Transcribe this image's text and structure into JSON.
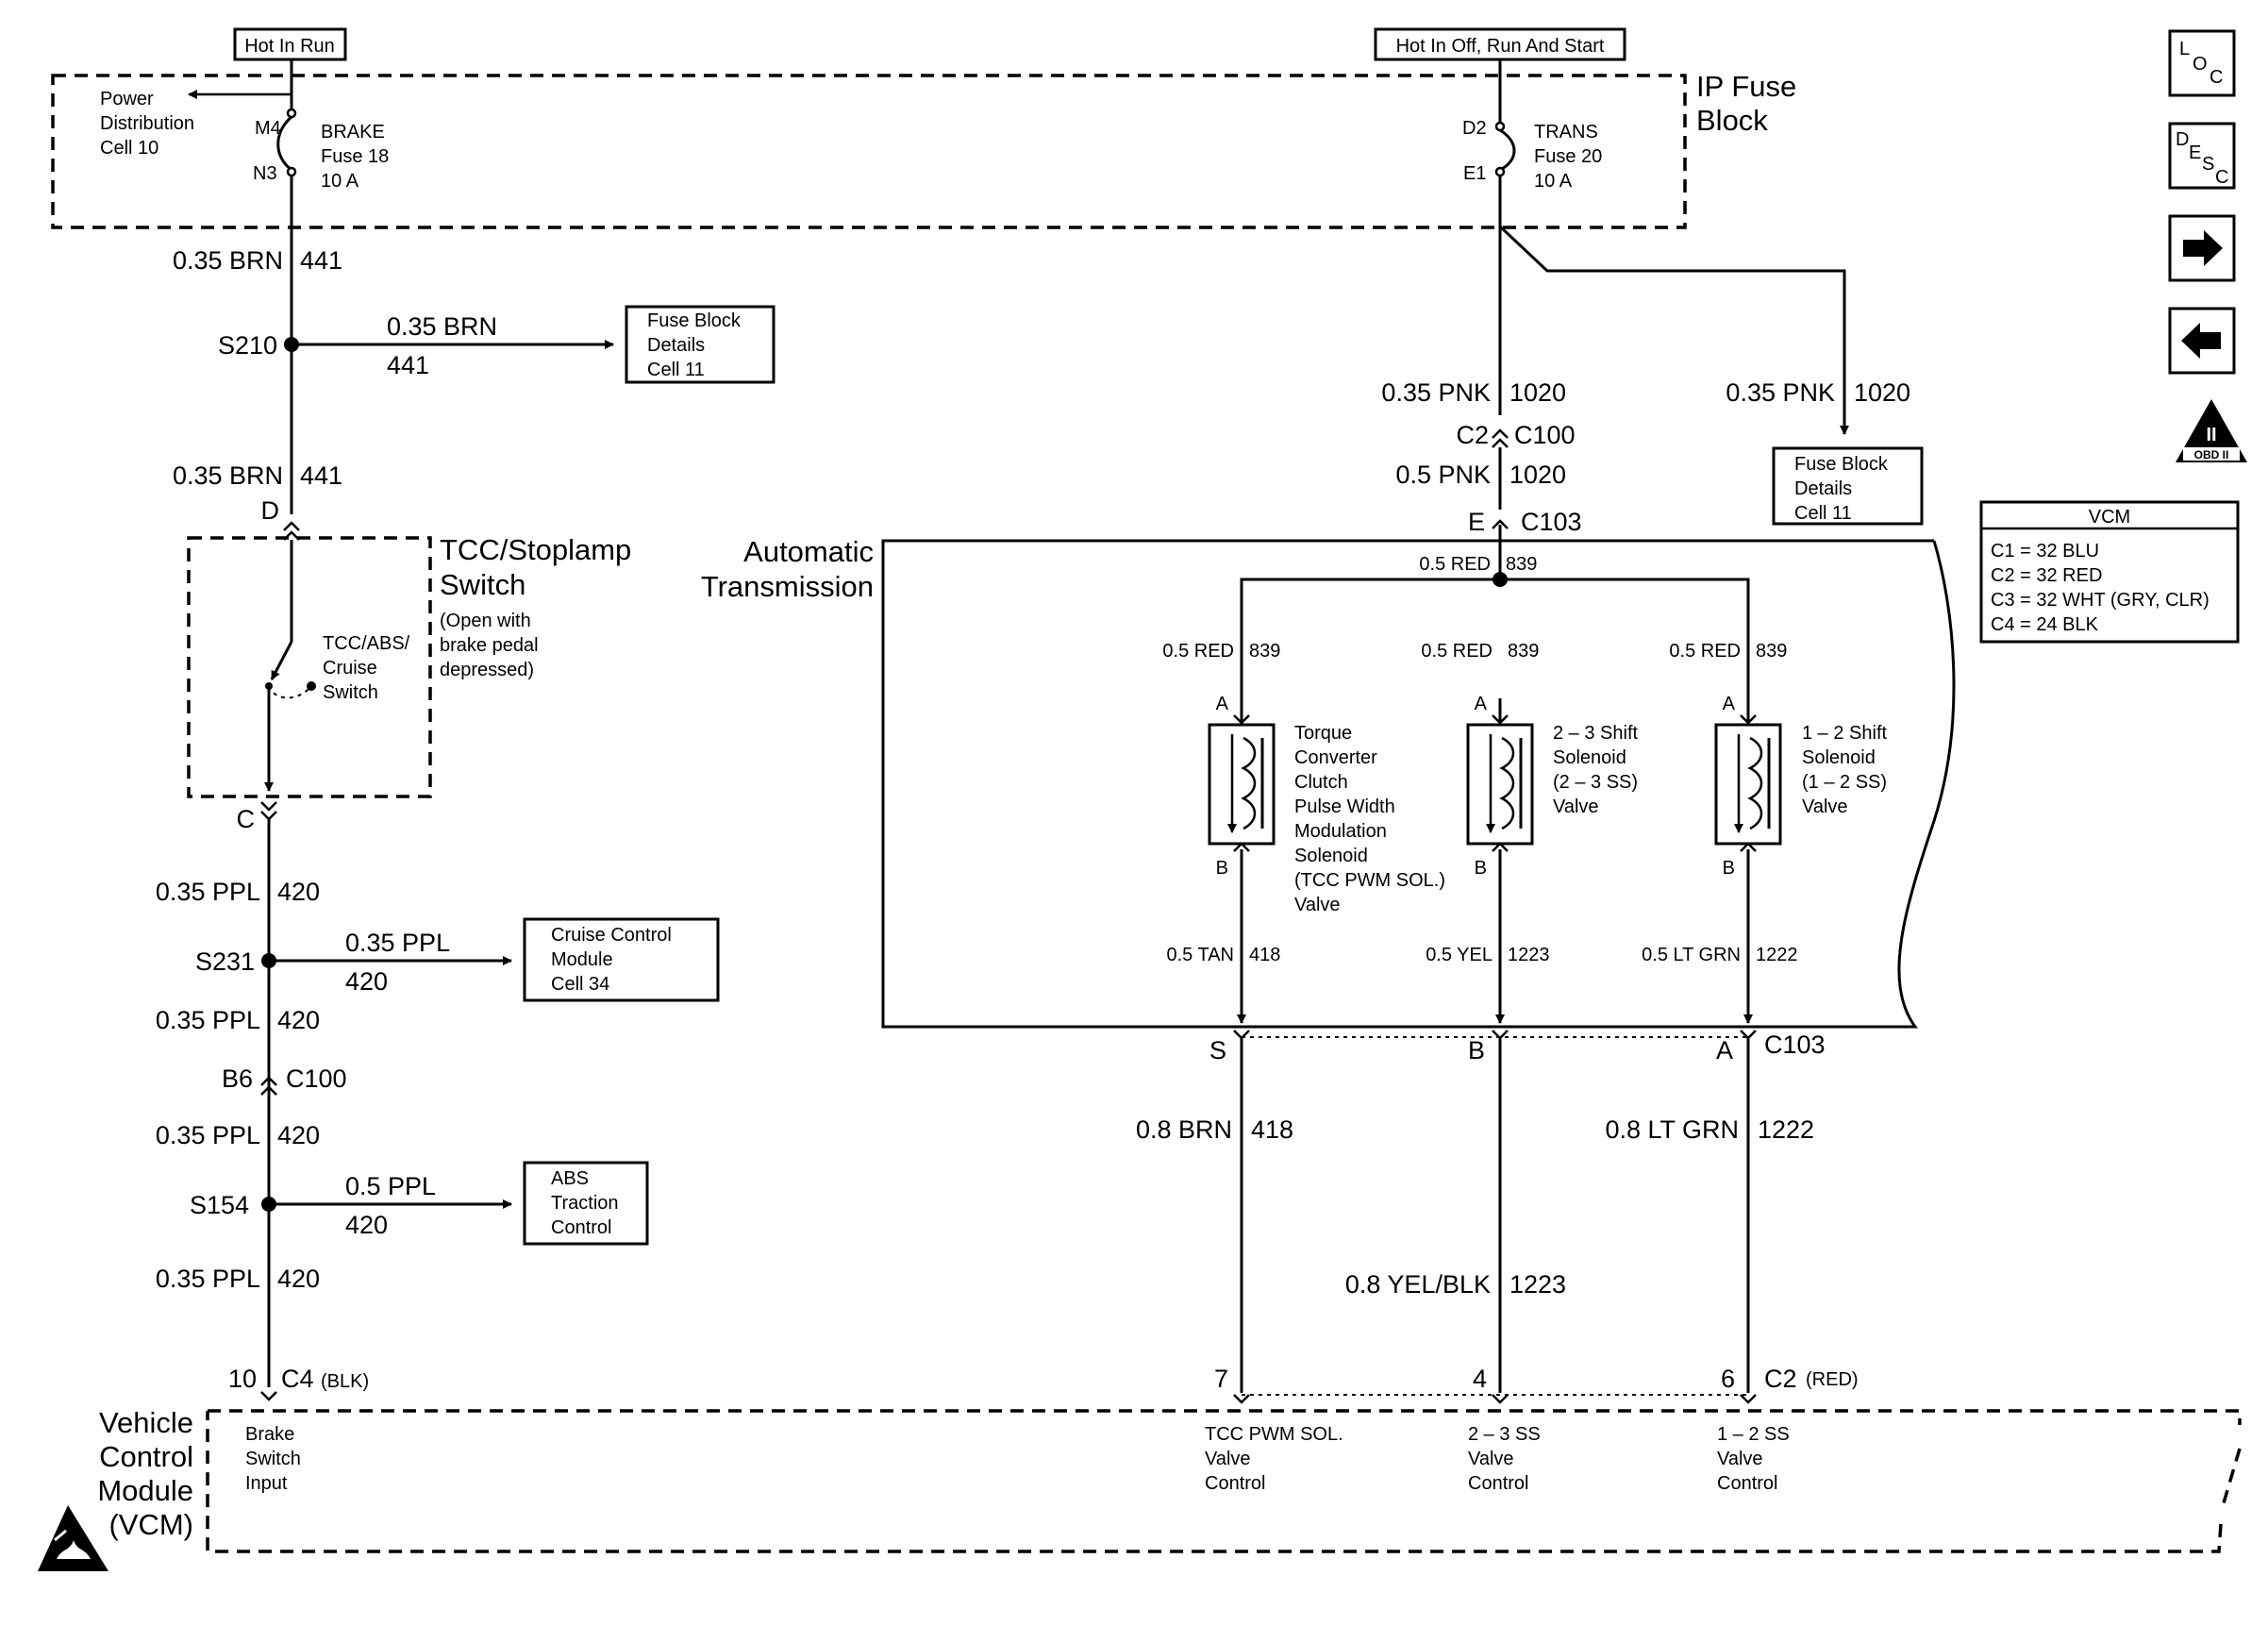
{
  "power": {
    "hot_in_run": "Hot In Run",
    "hot_in_off_run_start": "Hot In Off, Run And Start"
  },
  "fuse_block": {
    "title_line1": "IP Fuse",
    "title_line2": "Block",
    "power_dist_line1": "Power",
    "power_dist_line2": "Distribution",
    "power_dist_line3": "Cell 10",
    "brake_term_in": "M4",
    "brake_term_out": "N3",
    "brake_line1": "BRAKE",
    "brake_line2": "Fuse 18",
    "brake_line3": "10 A",
    "trans_term_in": "D2",
    "trans_term_out": "E1",
    "trans_line1": "TRANS",
    "trans_line2": "Fuse 20",
    "trans_line3": "10 A"
  },
  "left_circuit": {
    "w1_size": "0.35 BRN",
    "w1_circuit": "441",
    "s210": "S210",
    "branch1_size": "0.35 BRN",
    "branch1_circuit": "441",
    "branch1_box_line1": "Fuse Block",
    "branch1_box_line2": "Details",
    "branch1_box_line3": "Cell 11",
    "w2_size": "0.35 BRN",
    "w2_circuit": "441",
    "term_d": "D",
    "switch_title1": "TCC/Stoplamp",
    "switch_title2": "Switch",
    "switch_note1": "(Open with",
    "switch_note2": "brake pedal",
    "switch_note3": "depressed)",
    "switch_inner1": "TCC/ABS/",
    "switch_inner2": "Cruise",
    "switch_inner3": "Switch",
    "term_c": "C",
    "w3_size": "0.35 PPL",
    "w3_circuit": "420",
    "s231": "S231",
    "branch2_size": "0.35 PPL",
    "branch2_circuit": "420",
    "branch2_box_line1": "Cruise Control",
    "branch2_box_line2": "Module",
    "branch2_box_line3": "Cell 34",
    "w4_size": "0.35 PPL",
    "w4_circuit": "420",
    "conn_b6": "B6",
    "conn_c100": "C100",
    "w5_size": "0.35 PPL",
    "w5_circuit": "420",
    "s154": "S154",
    "branch3_size": "0.5 PPL",
    "branch3_circuit": "420",
    "branch3_box_line1": "ABS",
    "branch3_box_line2": "Traction",
    "branch3_box_line3": "Control",
    "w6_size": "0.35 PPL",
    "w6_circuit": "420",
    "pin_10": "10",
    "conn_c4": "C4",
    "conn_c4_color": "(BLK)"
  },
  "right_circuit": {
    "main_size": "0.35 PNK",
    "main_circuit": "1020",
    "branch_size": "0.35 PNK",
    "branch_circuit": "1020",
    "branch_box_line1": "Fuse Block",
    "branch_box_line2": "Details",
    "branch_box_line3": "Cell 11",
    "conn_c2": "C2",
    "conn_c100": "C100",
    "w2_size": "0.5 PNK",
    "w2_circuit": "1020",
    "term_e": "E",
    "conn_c103": "C103",
    "trans_line1": "Automatic",
    "trans_line2": "Transmission",
    "bus_size": "0.5 RED",
    "bus_circuit": "839"
  },
  "solenoids": [
    {
      "feed_size": "0.5 RED",
      "feed_circuit": "839",
      "pin_a": "A",
      "pin_b": "B",
      "label": [
        "Torque",
        "Converter",
        "Clutch",
        "Pulse Width",
        "Modulation",
        "Solenoid",
        "(TCC PWM SOL.)",
        "Valve"
      ],
      "out_size": "0.5 TAN",
      "out_circuit": "418",
      "c103_pin": "S",
      "harness_size": "0.8 BRN",
      "harness_circuit": "418",
      "vcm_pin": "7",
      "vcm_label": [
        "TCC PWM SOL.",
        "Valve",
        "Control"
      ]
    },
    {
      "feed_size": "0.5 RED",
      "feed_circuit": "839",
      "pin_a": "A",
      "pin_b": "B",
      "label": [
        "2 – 3 Shift",
        "Solenoid",
        "(2 – 3 SS)",
        "Valve"
      ],
      "out_size": "0.5 YEL",
      "out_circuit": "1223",
      "c103_pin": "B",
      "harness_size": "0.8 YEL/BLK",
      "harness_circuit": "1223",
      "vcm_pin": "4",
      "vcm_label": [
        "2 – 3 SS",
        "Valve",
        "Control"
      ]
    },
    {
      "feed_size": "0.5 RED",
      "feed_circuit": "839",
      "pin_a": "A",
      "pin_b": "B",
      "label": [
        "1 – 2 Shift",
        "Solenoid",
        "(1 – 2 SS)",
        "Valve"
      ],
      "out_size": "0.5 LT GRN",
      "out_circuit": "1222",
      "c103_pin": "A",
      "harness_size": "0.8 LT GRN",
      "harness_circuit": "1222",
      "vcm_pin": "6",
      "vcm_label": [
        "1 – 2 SS",
        "Valve",
        "Control"
      ]
    }
  ],
  "c103_bottom": "C103",
  "c2_bottom": "C2",
  "c2_bottom_color": "(RED)",
  "vcm_module": {
    "line1": "Vehicle",
    "line2": "Control",
    "line3": "Module",
    "line4": "(VCM)",
    "brake_line1": "Brake",
    "brake_line2": "Switch",
    "brake_line3": "Input"
  },
  "vcm_legend": {
    "title": "VCM",
    "rows": [
      "C1 = 32 BLU",
      "C2 = 32 RED",
      "C3 = 32 WHT (GRY, CLR)",
      "C4 = 24 BLK"
    ]
  },
  "nav_icons": {
    "loc_l": "L",
    "loc_o": "O",
    "loc_c": "C",
    "desc_d": "D",
    "desc_e": "E",
    "desc_s": "S",
    "desc_c": "C",
    "obd_roman": "II",
    "obd_text": "OBD II",
    "icon_names": [
      "location-icon",
      "description-icon",
      "next-arrow-icon",
      "previous-arrow-icon",
      "obd-ii-icon",
      "esd-warning-icon"
    ]
  }
}
